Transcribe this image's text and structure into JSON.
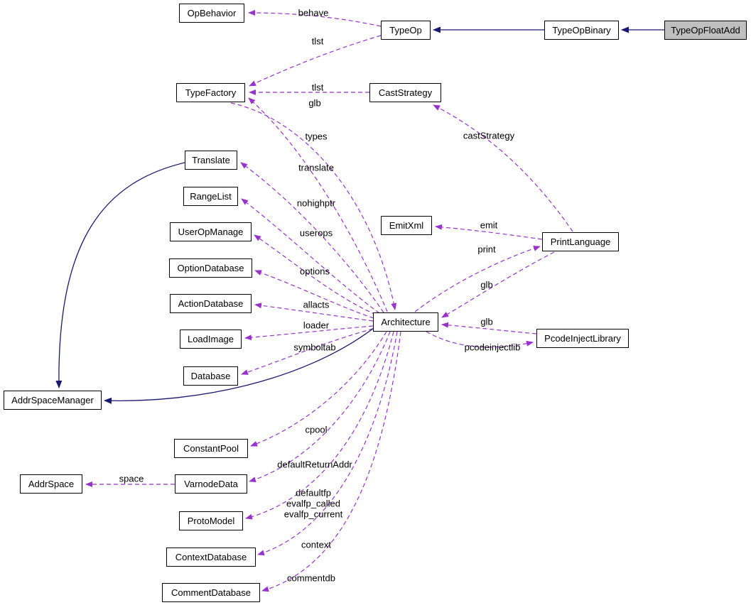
{
  "diagram": {
    "kind": "collaboration-graph",
    "focus_class": "TypeOpFloatAdd",
    "colors": {
      "usage": "#9932CC",
      "inheritance": "#191970",
      "highlight": "#BFBFBF"
    },
    "nodes": [
      {
        "id": "OpBehavior",
        "label": "OpBehavior"
      },
      {
        "id": "TypeOp",
        "label": "TypeOp"
      },
      {
        "id": "TypeOpBinary",
        "label": "TypeOpBinary"
      },
      {
        "id": "TypeOpFloatAdd",
        "label": "TypeOpFloatAdd",
        "highlighted": true
      },
      {
        "id": "TypeFactory",
        "label": "TypeFactory"
      },
      {
        "id": "CastStrategy",
        "label": "CastStrategy"
      },
      {
        "id": "Translate",
        "label": "Translate"
      },
      {
        "id": "RangeList",
        "label": "RangeList"
      },
      {
        "id": "UserOpManage",
        "label": "UserOpManage"
      },
      {
        "id": "OptionDatabase",
        "label": "OptionDatabase"
      },
      {
        "id": "ActionDatabase",
        "label": "ActionDatabase"
      },
      {
        "id": "LoadImage",
        "label": "LoadImage"
      },
      {
        "id": "Database",
        "label": "Database"
      },
      {
        "id": "AddrSpaceManager",
        "label": "AddrSpaceManager"
      },
      {
        "id": "EmitXml",
        "label": "EmitXml"
      },
      {
        "id": "PrintLanguage",
        "label": "PrintLanguage"
      },
      {
        "id": "Architecture",
        "label": "Architecture"
      },
      {
        "id": "PcodeInjectLibrary",
        "label": "PcodeInjectLibrary"
      },
      {
        "id": "ConstantPool",
        "label": "ConstantPool"
      },
      {
        "id": "AddrSpace",
        "label": "AddrSpace"
      },
      {
        "id": "VarnodeData",
        "label": "VarnodeData"
      },
      {
        "id": "ProtoModel",
        "label": "ProtoModel"
      },
      {
        "id": "ContextDatabase",
        "label": "ContextDatabase"
      },
      {
        "id": "CommentDatabase",
        "label": "CommentDatabase"
      }
    ],
    "edges": [
      {
        "from": "TypeOp",
        "to": "OpBehavior",
        "label": "behave",
        "type": "usage"
      },
      {
        "from": "TypeOp",
        "to": "TypeFactory",
        "label": "tlst",
        "type": "usage"
      },
      {
        "from": "CastStrategy",
        "to": "TypeFactory",
        "label": "tlst",
        "type": "usage"
      },
      {
        "from": "TypeFactory",
        "to": "Architecture",
        "label": "glb",
        "type": "usage"
      },
      {
        "from": "Architecture",
        "to": "TypeFactory",
        "label": "types",
        "type": "usage"
      },
      {
        "from": "Architecture",
        "to": "Translate",
        "label": "translate",
        "type": "usage"
      },
      {
        "from": "Architecture",
        "to": "RangeList",
        "label": "nohighptr",
        "type": "usage"
      },
      {
        "from": "Architecture",
        "to": "UserOpManage",
        "label": "userops",
        "type": "usage"
      },
      {
        "from": "Architecture",
        "to": "OptionDatabase",
        "label": "options",
        "type": "usage"
      },
      {
        "from": "Architecture",
        "to": "ActionDatabase",
        "label": "allacts",
        "type": "usage"
      },
      {
        "from": "Architecture",
        "to": "LoadImage",
        "label": "loader",
        "type": "usage"
      },
      {
        "from": "Architecture",
        "to": "Database",
        "label": "symboltab",
        "type": "usage"
      },
      {
        "from": "PrintLanguage",
        "to": "CastStrategy",
        "label": "castStrategy",
        "type": "usage"
      },
      {
        "from": "PrintLanguage",
        "to": "EmitXml",
        "label": "emit",
        "type": "usage"
      },
      {
        "from": "Architecture",
        "to": "PrintLanguage",
        "label": "print",
        "type": "usage"
      },
      {
        "from": "PrintLanguage",
        "to": "Architecture",
        "label": "glb",
        "type": "usage"
      },
      {
        "from": "PcodeInjectLibrary",
        "to": "Architecture",
        "label": "glb",
        "type": "usage"
      },
      {
        "from": "Architecture",
        "to": "PcodeInjectLibrary",
        "label": "pcodeinjectlib",
        "type": "usage"
      },
      {
        "from": "Architecture",
        "to": "ConstantPool",
        "label": "cpool",
        "type": "usage"
      },
      {
        "from": "Architecture",
        "to": "VarnodeData",
        "label": "defaultReturnAddr",
        "type": "usage"
      },
      {
        "from": "VarnodeData",
        "to": "AddrSpace",
        "label": "space",
        "type": "usage"
      },
      {
        "from": "Architecture",
        "to": "ProtoModel",
        "label": "defaultfp\nevalfp_called\nevalfp_current",
        "type": "usage"
      },
      {
        "from": "Architecture",
        "to": "ContextDatabase",
        "label": "context",
        "type": "usage"
      },
      {
        "from": "Architecture",
        "to": "CommentDatabase",
        "label": "commentdb",
        "type": "usage"
      },
      {
        "from": "TypeOpBinary",
        "to": "TypeOp",
        "label": "",
        "type": "inheritance"
      },
      {
        "from": "TypeOpFloatAdd",
        "to": "TypeOpBinary",
        "label": "",
        "type": "inheritance"
      },
      {
        "from": "Translate",
        "to": "AddrSpaceManager",
        "label": "",
        "type": "inheritance"
      },
      {
        "from": "Architecture",
        "to": "AddrSpaceManager",
        "label": "",
        "type": "inheritance"
      }
    ]
  }
}
